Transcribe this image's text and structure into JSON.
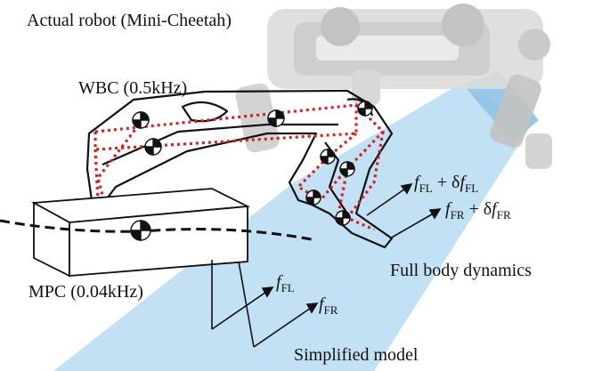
{
  "labels": {
    "actual_robot": "Actual robot (Mini-Cheetah)",
    "wbc": "WBC (0.5kHz)",
    "mpc": "MPC (0.04kHz)",
    "full_body": "Full body dynamics",
    "simplified": "Simplified model"
  },
  "forces": {
    "ffl_wbc": {
      "f": "f",
      "sub": "FL",
      "plus": " + δ",
      "f2": "f",
      "sub2": "FL"
    },
    "ffr_wbc": {
      "f": "f",
      "sub": "FR",
      "plus": " + δ",
      "f2": "f",
      "sub2": "FR"
    },
    "ffl_mpc": {
      "f": "f",
      "sub": "FL"
    },
    "ffr_mpc": {
      "f": "f",
      "sub": "FR"
    }
  },
  "colors": {
    "beam": "#b8dcf2",
    "dotted_chain": "#d62020",
    "robot_body": "#d9d9d9",
    "ink": "#111111"
  }
}
